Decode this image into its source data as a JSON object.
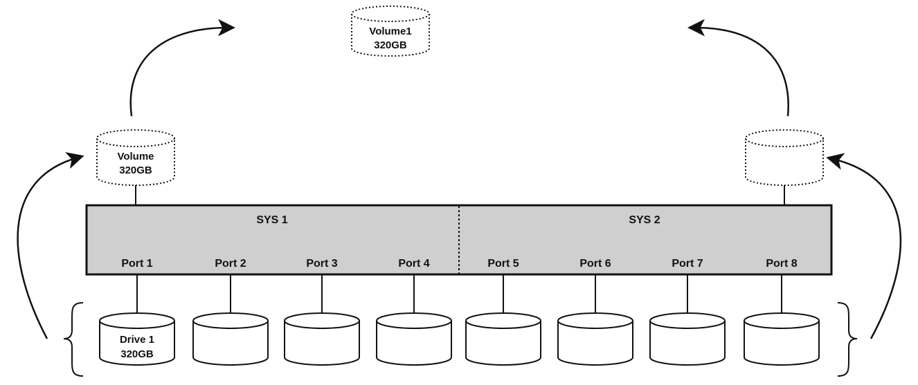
{
  "top_volume": {
    "line1": "Volume1",
    "line2": "320GB"
  },
  "left_volume": {
    "line1": "Volume",
    "line2": "320GB"
  },
  "right_volume": {
    "line1": "",
    "line2": ""
  },
  "system": {
    "sys1_label": "SYS 1",
    "sys2_label": "SYS 2"
  },
  "ports": [
    "Port 1",
    "Port 2",
    "Port 3",
    "Port 4",
    "Port 5",
    "Port 6",
    "Port 7",
    "Port 8"
  ],
  "drives": [
    {
      "line1": "Drive 1",
      "line2": "320GB"
    },
    {
      "line1": "",
      "line2": ""
    },
    {
      "line1": "",
      "line2": ""
    },
    {
      "line1": "",
      "line2": ""
    },
    {
      "line1": "",
      "line2": ""
    },
    {
      "line1": "",
      "line2": ""
    },
    {
      "line1": "",
      "line2": ""
    },
    {
      "line1": "",
      "line2": ""
    }
  ],
  "colors": {
    "system_fill": "#cfcfcf",
    "stroke": "#111111",
    "background": "#ffffff"
  }
}
